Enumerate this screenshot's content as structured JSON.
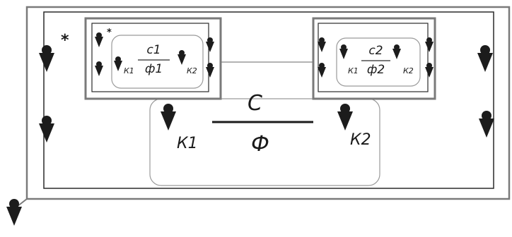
{
  "root_marker": "*",
  "main": {
    "numerator": "С",
    "denominator": "Ф",
    "left_label": "К1",
    "right_label": "К2"
  },
  "left_block": {
    "marker": "*",
    "numerator": "с1",
    "denominator": "ф1",
    "left_label": "К1",
    "right_label": "К2"
  },
  "right_block": {
    "numerator": "с2",
    "denominator": "ф2",
    "left_label": "К1",
    "right_label": "К2"
  },
  "colors": {
    "frame": "#7a7a7a",
    "inner_line": "#2a2a2a",
    "symbol": "#1c1c1c",
    "rounded_box": "#9a9a9a"
  },
  "icons": [
    "person-marker-icon"
  ]
}
